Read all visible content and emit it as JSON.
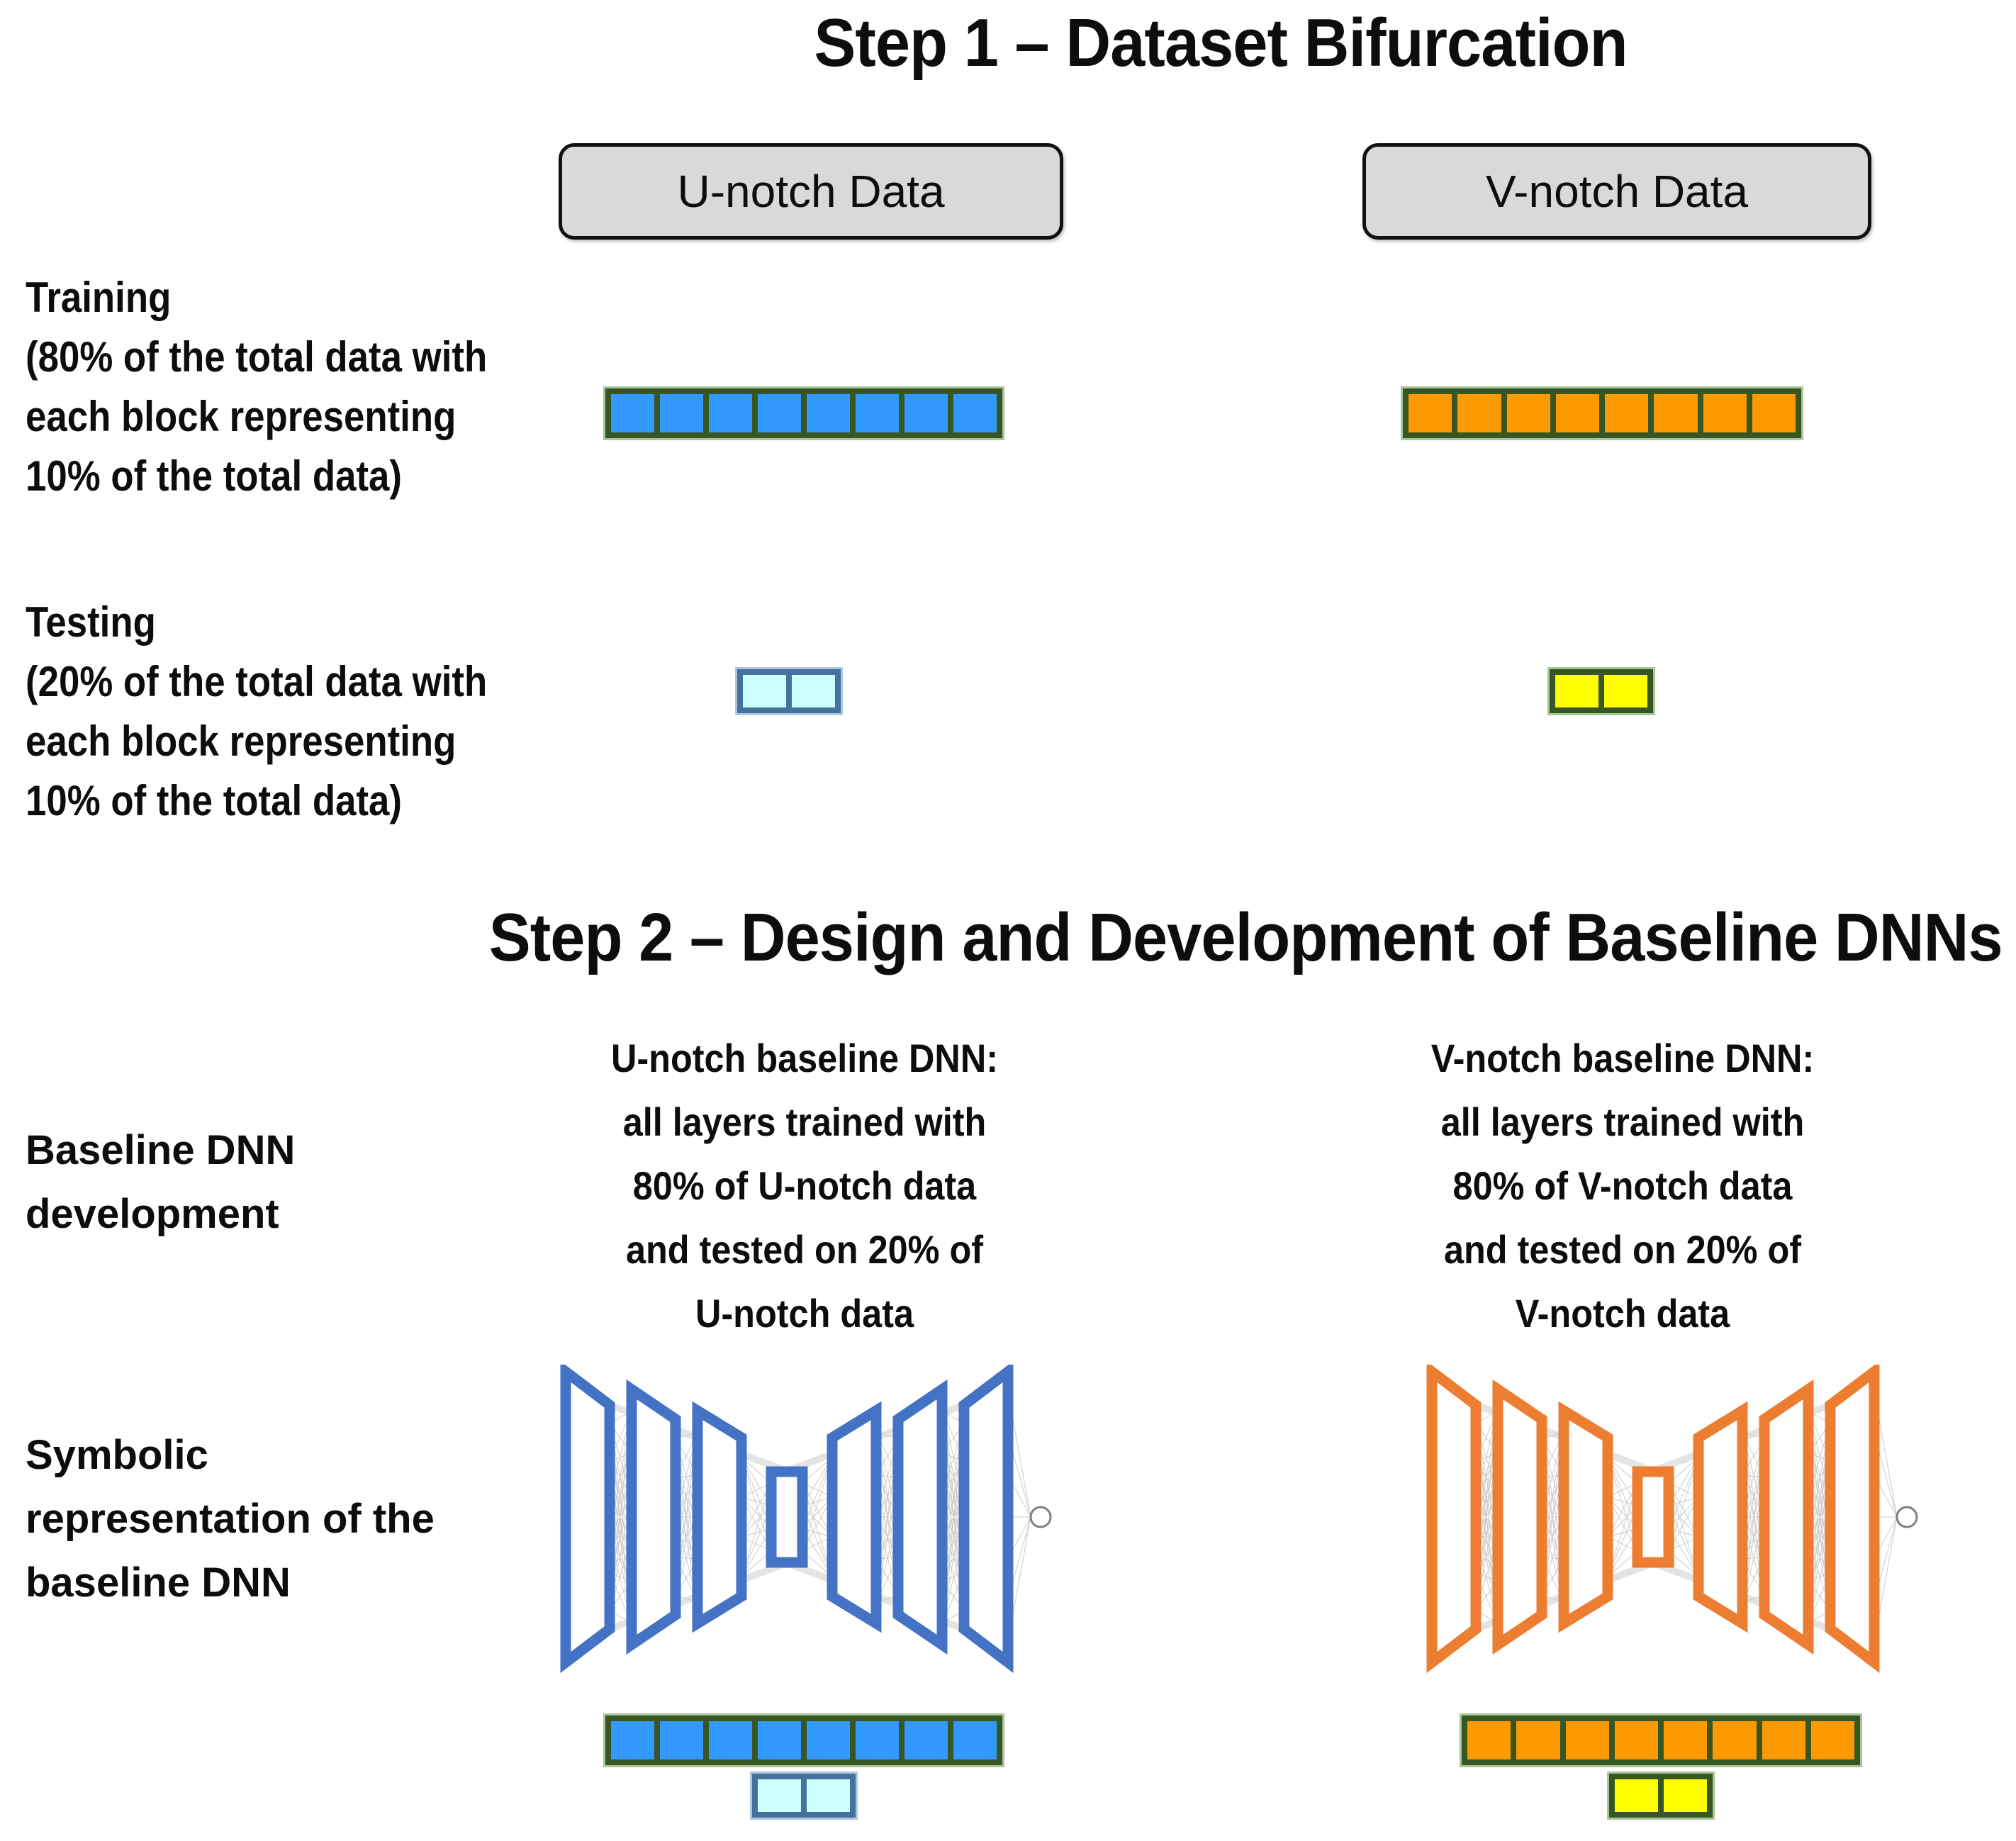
{
  "step1": {
    "title": "Step 1 – Dataset Bifurcation",
    "u_chip": "U-notch Data",
    "v_chip": "V-notch Data",
    "training_label": "Training\n(80% of the total data with\neach block representing\n10% of the total data)",
    "testing_label": "Testing\n(20% of the total data with\neach block representing\n10% of the total data)"
  },
  "step2": {
    "title": "Step 2 – Design and Development of Baseline DNNs",
    "dev_label": "Baseline DNN\ndevelopment",
    "symbolic_label": "Symbolic\nrepresentation of the\nbaseline DNN",
    "u_header": "U-notch baseline DNN:\nall layers trained with\n80% of U-notch data\nand tested on 20% of\nU-notch data",
    "v_header": "V-notch baseline DNN:\nall layers trained with\n80% of V-notch data\nand tested on 20% of\nV-notch data"
  },
  "bars": {
    "u_training": {
      "blocks": 8,
      "fill": "#3399FF",
      "border": "#375623",
      "glow": "#A9C497"
    },
    "v_training": {
      "blocks": 8,
      "fill": "#FF9900",
      "border": "#375623",
      "glow": "#A9C497"
    },
    "u_testing": {
      "blocks": 2,
      "fill": "#CCFFFF",
      "border": "#44719E",
      "glow": "#AFC7DE"
    },
    "v_testing": {
      "blocks": 2,
      "fill": "#FFFF00",
      "border": "#375623",
      "glow": "#A9C497"
    }
  },
  "colors": {
    "u_dnn": "#4472C4",
    "v_dnn": "#ED7D31",
    "node_stroke": "#7F7F7F",
    "connection_thin": "#C9C9C9",
    "connection_envelope": "#E4E4E4",
    "chip_bg": "#D9D9D9",
    "chip_border": "#111111"
  }
}
